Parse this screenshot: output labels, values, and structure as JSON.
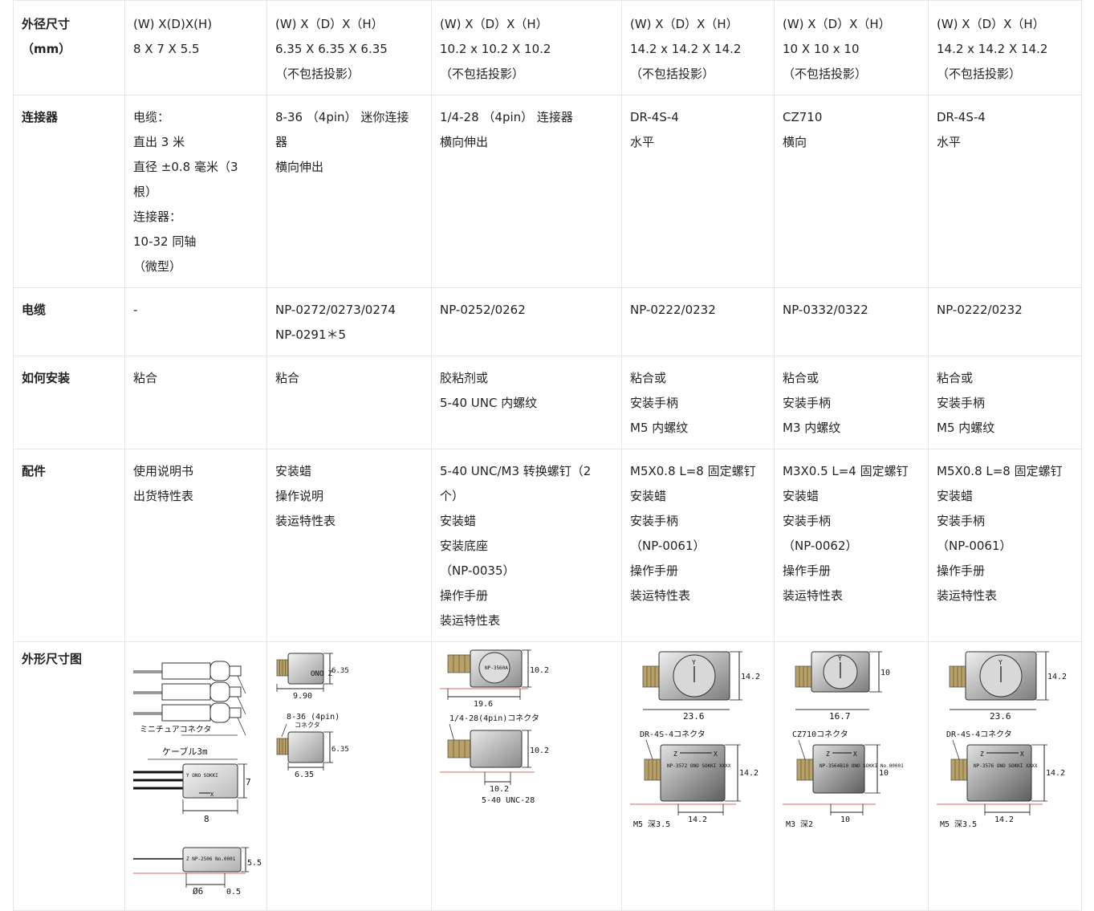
{
  "table": {
    "rows": [
      {
        "header": "外径尺寸\n（mm）",
        "header_lines": [
          "外径尺寸",
          "（mm）"
        ],
        "cells": [
          [
            "(W) X(D)X(H)",
            "8 X 7 X 5.5"
          ],
          [
            "(W) X（D）X（H）",
            "6.35 X 6.35 X 6.35",
            "（不包括投影）"
          ],
          [
            "(W) X（D）X（H）",
            "10.2 x 10.2 X 10.2",
            "（不包括投影）"
          ],
          [
            "(W) X（D）X（H）",
            "14.2 x 14.2 X 14.2",
            "（不包括投影）"
          ],
          [
            "(W) X（D）X（H）",
            "10 X 10 x 10",
            "（不包括投影）"
          ],
          [
            "(W) X（D）X（H）",
            "14.2 x 14.2 X 14.2",
            "（不包括投影）"
          ]
        ]
      },
      {
        "header_lines": [
          "连接器"
        ],
        "cells": [
          [
            "电缆：",
            "直出 3 米",
            "直径 ±0.8 毫米（3",
            "根）",
            "连接器：",
            "10-32 同轴",
            "（微型）"
          ],
          [
            "8-36 （4pin） 迷你连接",
            "器",
            "横向伸出"
          ],
          [
            "1/4-28 （4pin） 连接器",
            "横向伸出"
          ],
          [
            "DR-4S-4",
            "水平"
          ],
          [
            "CZ710",
            "横向"
          ],
          [
            "DR-4S-4",
            "水平"
          ]
        ]
      },
      {
        "header_lines": [
          "电缆"
        ],
        "cells": [
          [
            "-"
          ],
          [
            "NP-0272/0273/0274",
            "NP-0291＊5"
          ],
          [
            "NP-0252/0262"
          ],
          [
            "NP-0222/0232"
          ],
          [
            "NP-0332/0322"
          ],
          [
            "NP-0222/0232"
          ]
        ]
      },
      {
        "header_lines": [
          "如何安装"
        ],
        "cells": [
          [
            "粘合"
          ],
          [
            "粘合"
          ],
          [
            "胶粘剂或",
            "5-40 UNC 内螺纹"
          ],
          [
            "粘合或",
            "安装手柄",
            "M5 内螺纹"
          ],
          [
            "粘合或",
            "安装手柄",
            "M3 内螺纹"
          ],
          [
            "粘合或",
            "安装手柄",
            "M5 内螺纹"
          ]
        ]
      },
      {
        "header_lines": [
          "配件"
        ],
        "cells": [
          [
            "使用说明书",
            "出货特性表"
          ],
          [
            "安装蜡",
            "操作说明",
            "装运特性表"
          ],
          [
            "5-40 UNC/M3 转换螺钉（2",
            "个）",
            "安装蜡",
            "安装底座",
            "（NP-0035）",
            "操作手册",
            "装运特性表"
          ],
          [
            "M5X0.8 L=8 固定螺钉",
            "安装蜡",
            "安装手柄",
            "（NP-0061）",
            "操作手册",
            "装运特性表"
          ],
          [
            "M3X0.5 L=4 固定螺钉",
            "安装蜡",
            "安装手柄",
            "（NP-0062）",
            "操作手册",
            "装运特性表"
          ],
          [
            "M5X0.8 L=8 固定螺钉",
            "安装蜡",
            "安装手柄",
            "（NP-0061）",
            "操作手册",
            "装运特性表"
          ]
        ]
      },
      {
        "header_lines": [
          "外形尺寸图"
        ]
      }
    ]
  },
  "figures": {
    "fig1": {
      "label_connector": "ミニチュアコネクタ",
      "label_cable": "ケーブル3m",
      "dim_w": "8",
      "dim_h": "7",
      "dim_d": "Ø6",
      "dim_h2": "5.5",
      "dim_base": "0.5",
      "body_text": "Y ONO SOKKI",
      "body2_text": "Z NP-2506 No.0001",
      "axis_x": "X",
      "axis_y": "Y",
      "axis_z": "Z"
    },
    "fig2": {
      "dim_w1": "9.90",
      "dim_h1": "6.35",
      "label_conn": "8-36 (4pin)",
      "label_conn2": "コネクタ",
      "dim_w2": "6.35",
      "dim_h2": "6.35",
      "body_text": "ONO Z"
    },
    "fig3": {
      "dim_w": "19.6",
      "dim_h1": "10.2",
      "label_conn": "1/4-28(4pin)コネクタ",
      "dim_h2": "10.2",
      "dim_w2": "10.2",
      "label_thread": "5-40 UNC-28",
      "body_text": "NP-3560A"
    },
    "fig4": {
      "dim_w": "23.6",
      "dim_h1": "14.2",
      "label_conn": "DR-4S-4コネクタ",
      "dim_h2": "14.2",
      "dim_w2": "14.2",
      "label_thread": "M5 深3.5",
      "body_text": "NP-3572 ONO SOKKI XXXX",
      "axis_x": "X",
      "axis_y": "Y",
      "axis_z": "Z"
    },
    "fig5": {
      "dim_w": "16.7",
      "dim_h1": "10",
      "label_conn": "CZ710コネクタ",
      "dim_h2": "10",
      "dim_w2": "10",
      "label_thread": "M3 深2",
      "body_text": "NP-3564B10 ONO SOKKI No.00001",
      "axis_x": "X",
      "axis_y": "Y",
      "axis_z": "Z"
    },
    "fig6": {
      "dim_w": "23.6",
      "dim_h1": "14.2",
      "label_conn": "DR-4S-4コネクタ",
      "dim_h2": "14.2",
      "dim_w2": "14.2",
      "label_thread": "M5 深3.5",
      "body_text": "NP-3576 ONO SOKKI XXXX",
      "axis_x": "X",
      "axis_y": "Y",
      "axis_z": "Z"
    }
  }
}
